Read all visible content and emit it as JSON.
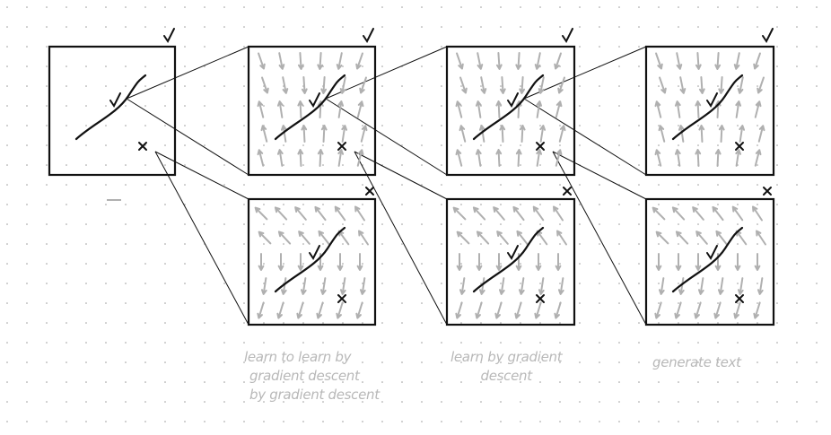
{
  "labels": {
    "col1": [
      "learn to learn by",
      "gradient descent",
      "by gradient descent"
    ],
    "col2": [
      "learn by gradient",
      "descent"
    ],
    "col3": [
      "generate text"
    ]
  },
  "marks": {
    "check": "✓",
    "cross": "×"
  },
  "colors": {
    "ink": "#111111",
    "arrows": "#b0b0b0",
    "labels": "#b8b8b8",
    "dots": "#9a9a9a"
  }
}
